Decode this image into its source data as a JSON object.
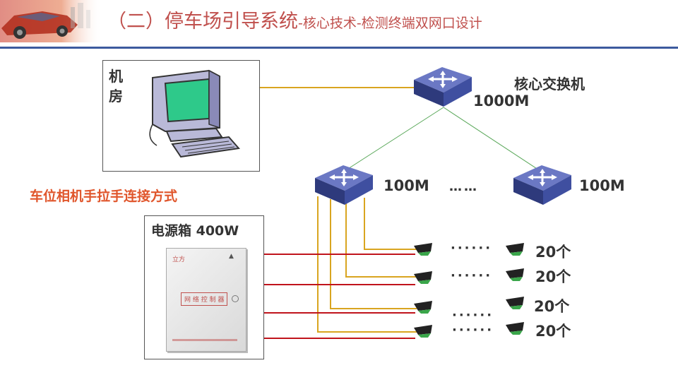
{
  "header": {
    "title": "（二）停车场引导系统",
    "subtitle_tech": "-核心技术-",
    "subtitle_design": "检测终端双网口设计"
  },
  "machine_room": {
    "label_line1": "机",
    "label_line2": "房"
  },
  "core_switch": {
    "label": "核心交换机",
    "speed": "1000M"
  },
  "access_switches": [
    {
      "speed": "100M"
    },
    {
      "speed": "100M"
    }
  ],
  "ellipsis": "……",
  "camera_note": "车位相机手拉手连接方式",
  "power_box": {
    "label": "电源箱 400W",
    "panel_text": "网 络 控 制 器",
    "brand": "立方"
  },
  "camera_rows": [
    {
      "count": "20个",
      "dots": "······"
    },
    {
      "count": "20个",
      "dots": "······"
    },
    {
      "count": "20个",
      "dots": "······"
    },
    {
      "count": "20个",
      "dots": "······"
    }
  ],
  "colors": {
    "title": "#c0504d",
    "gold_wire": "#d9a520",
    "red_wire": "#c0141c",
    "green_wire": "#5aa85a",
    "switch_blue": "#3f4fa0",
    "accent_orange": "#e0562c"
  }
}
